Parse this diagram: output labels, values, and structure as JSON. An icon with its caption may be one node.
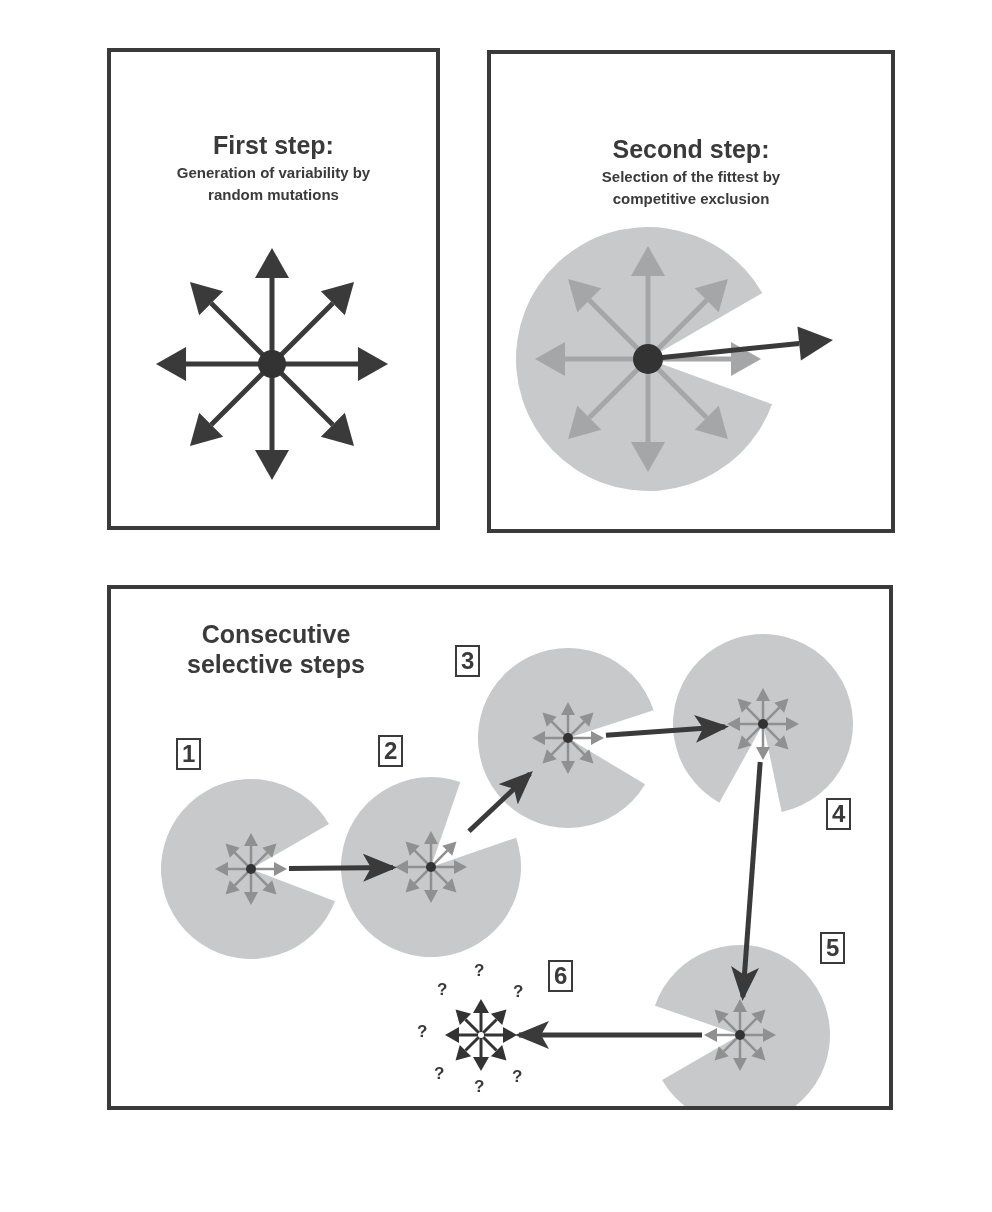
{
  "diagram": {
    "nodes": [
      {
        "text": [
          "First step:",
          "Generation of variability by random mutations"
        ]
      },
      {
        "text": [
          "Second step:",
          "Selection of the fittest by competitive exclusion"
        ]
      },
      {
        "text": [
          "Consecutive selective steps"
        ]
      },
      {
        "text": [],
        "shape": "picture",
        "in": 2,
        "beside": [
          "1"
        ]
      },
      {
        "text": [],
        "shape": "picture",
        "in": 2,
        "beside": [
          "2"
        ]
      },
      {
        "text": [],
        "shape": "picture",
        "in": 2,
        "beside": [
          "3"
        ]
      },
      {
        "text": [],
        "shape": "picture",
        "in": 2,
        "beside": [
          "4"
        ]
      },
      {
        "text": [],
        "shape": "picture",
        "in": 2,
        "beside": [
          "5"
        ]
      },
      {
        "text": [],
        "shape": "picture",
        "in": 2,
        "beside": [
          "6",
          "?",
          "?",
          "?",
          "?",
          "?",
          "?",
          "?"
        ]
      }
    ],
    "edges": [
      {
        "from": 3,
        "to": 4,
        "arrow": "to"
      },
      {
        "from": 4,
        "to": 5,
        "arrow": "to"
      },
      {
        "from": 5,
        "to": 6,
        "arrow": "to"
      },
      {
        "from": 6,
        "to": 7,
        "arrow": "to"
      },
      {
        "from": 7,
        "to": 8,
        "arrow": "to"
      }
    ]
  }
}
